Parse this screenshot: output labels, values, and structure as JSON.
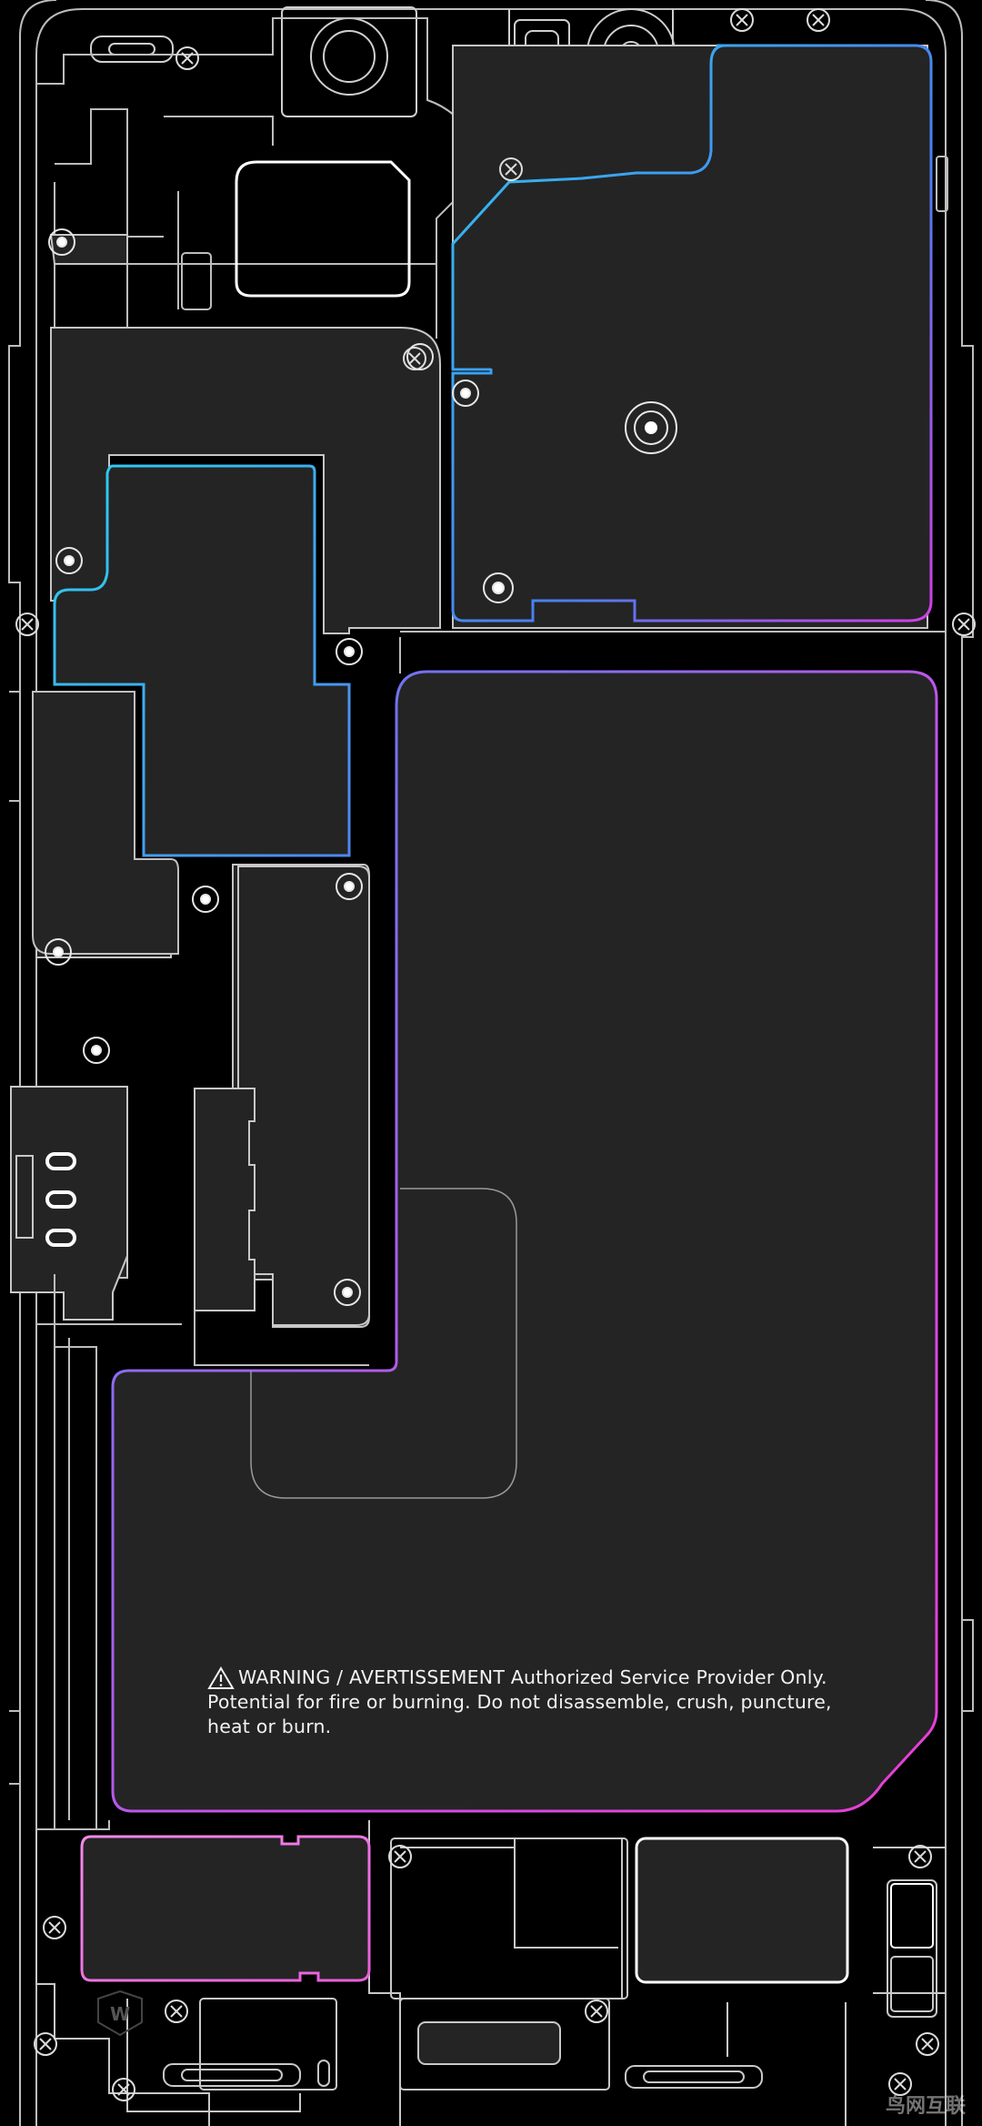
{
  "colors": {
    "background": "#000000",
    "panel": "#242424",
    "outline": "#c9c9c9",
    "cyan": "#32c8ef",
    "blue": "#4a88f0",
    "magenta": "#e040e8",
    "pink": "#f06ee6"
  },
  "warning": {
    "line1": "WARNING / AVERTISSEMENT Authorized Service Provider Only.",
    "line2": "Potential for fire or burning. Do not disassemble, crush, puncture,",
    "line3": "heat or burn."
  },
  "logo_icon": "w-shield-logo-icon",
  "watermark": "鸟网互联"
}
